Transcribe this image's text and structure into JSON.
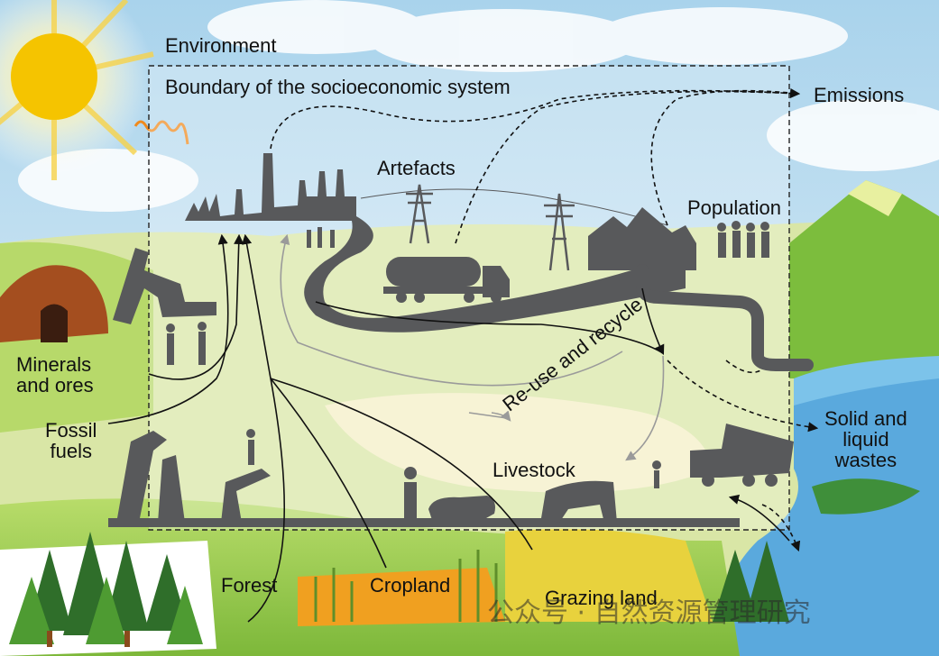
{
  "labels": {
    "environment": "Environment",
    "boundary": "Boundary of the socioeconomic system",
    "emissions": "Emissions",
    "artefacts": "Artefacts",
    "population": "Population",
    "minerals_line1": "Minerals",
    "minerals_line2": "and ores",
    "fossil_line1": "Fossil",
    "fossil_line2": "fuels",
    "reuse": "Re-use and recycle",
    "livestock": "Livestock",
    "solid_line1": "Solid and",
    "solid_line2": "liquid",
    "solid_line3": "wastes",
    "forest": "Forest",
    "cropland": "Cropland",
    "grazing": "Grazing land"
  },
  "watermark": "公众号 · 自然资源管理研究",
  "colors": {
    "sky": "#cfe6f2",
    "sun": "#f5c400",
    "grass": "#8cc63f",
    "water": "#5aa9dd",
    "silhouette": "#58595b",
    "flow_black": "#111111",
    "flow_grey": "#9a9a9a",
    "boundary": "#222222"
  }
}
